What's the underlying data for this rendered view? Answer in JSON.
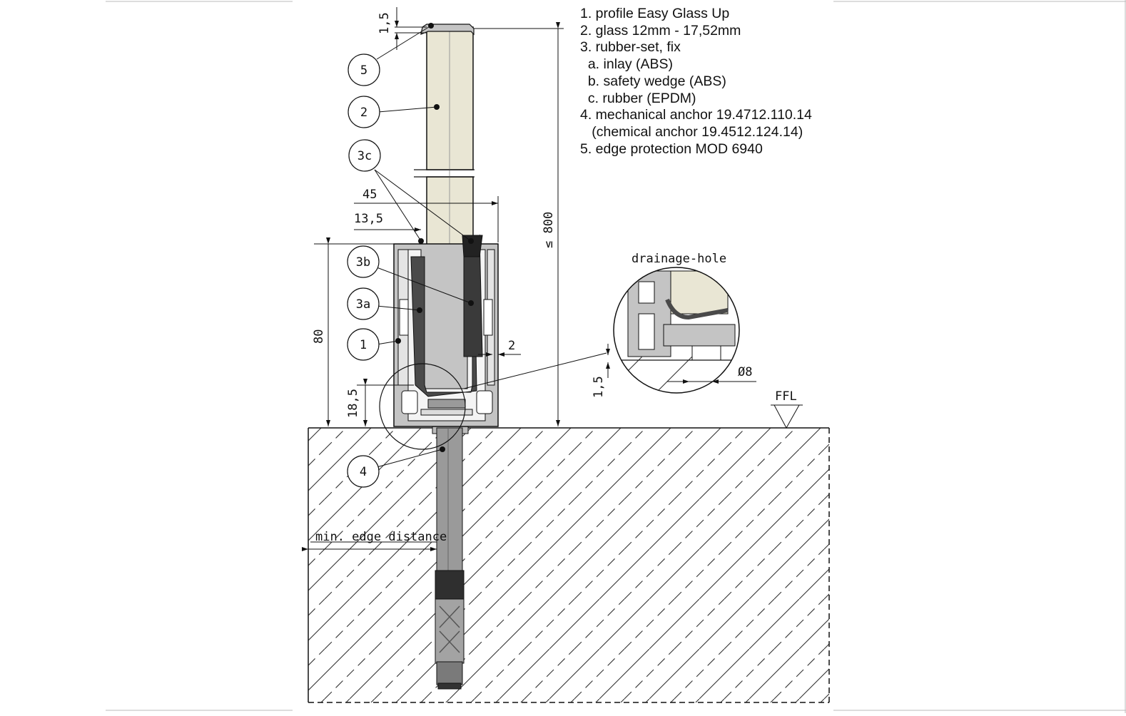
{
  "legend": [
    "1. profile Easy Glass Up",
    "2. glass 12mm - 17,52mm",
    "3. rubber-set, fix",
    "  a. inlay (ABS)",
    "  b. safety wedge (ABS)",
    "  c. rubber (EPDM)",
    "4. mechanical anchor 19.4712.110.14",
    "   (chemical anchor 19.4512.124.14)",
    "5. edge protection MOD 6940"
  ],
  "callouts": {
    "c5": "5",
    "c2": "2",
    "c3c": "3c",
    "c3b": "3b",
    "c3a": "3a",
    "c1": "1",
    "c4": "4"
  },
  "dimensions": {
    "d1_5_top": "1,5",
    "d45": "45",
    "d13_5": "13,5",
    "d80": "80",
    "d18_5": "18,5",
    "d2": "2",
    "d800": "≤ 800",
    "d1_5_detail": "1,5",
    "d8": "Ø8"
  },
  "labels": {
    "drainage": "drainage-hole",
    "ffl": "FFL",
    "edge": "min. edge distance"
  },
  "colors": {
    "glass": "#e9e6d4",
    "profile": "#c4c4c4",
    "rubber": "#4a4a4a",
    "anchor": "#8c8c8c",
    "line": "#111111"
  }
}
